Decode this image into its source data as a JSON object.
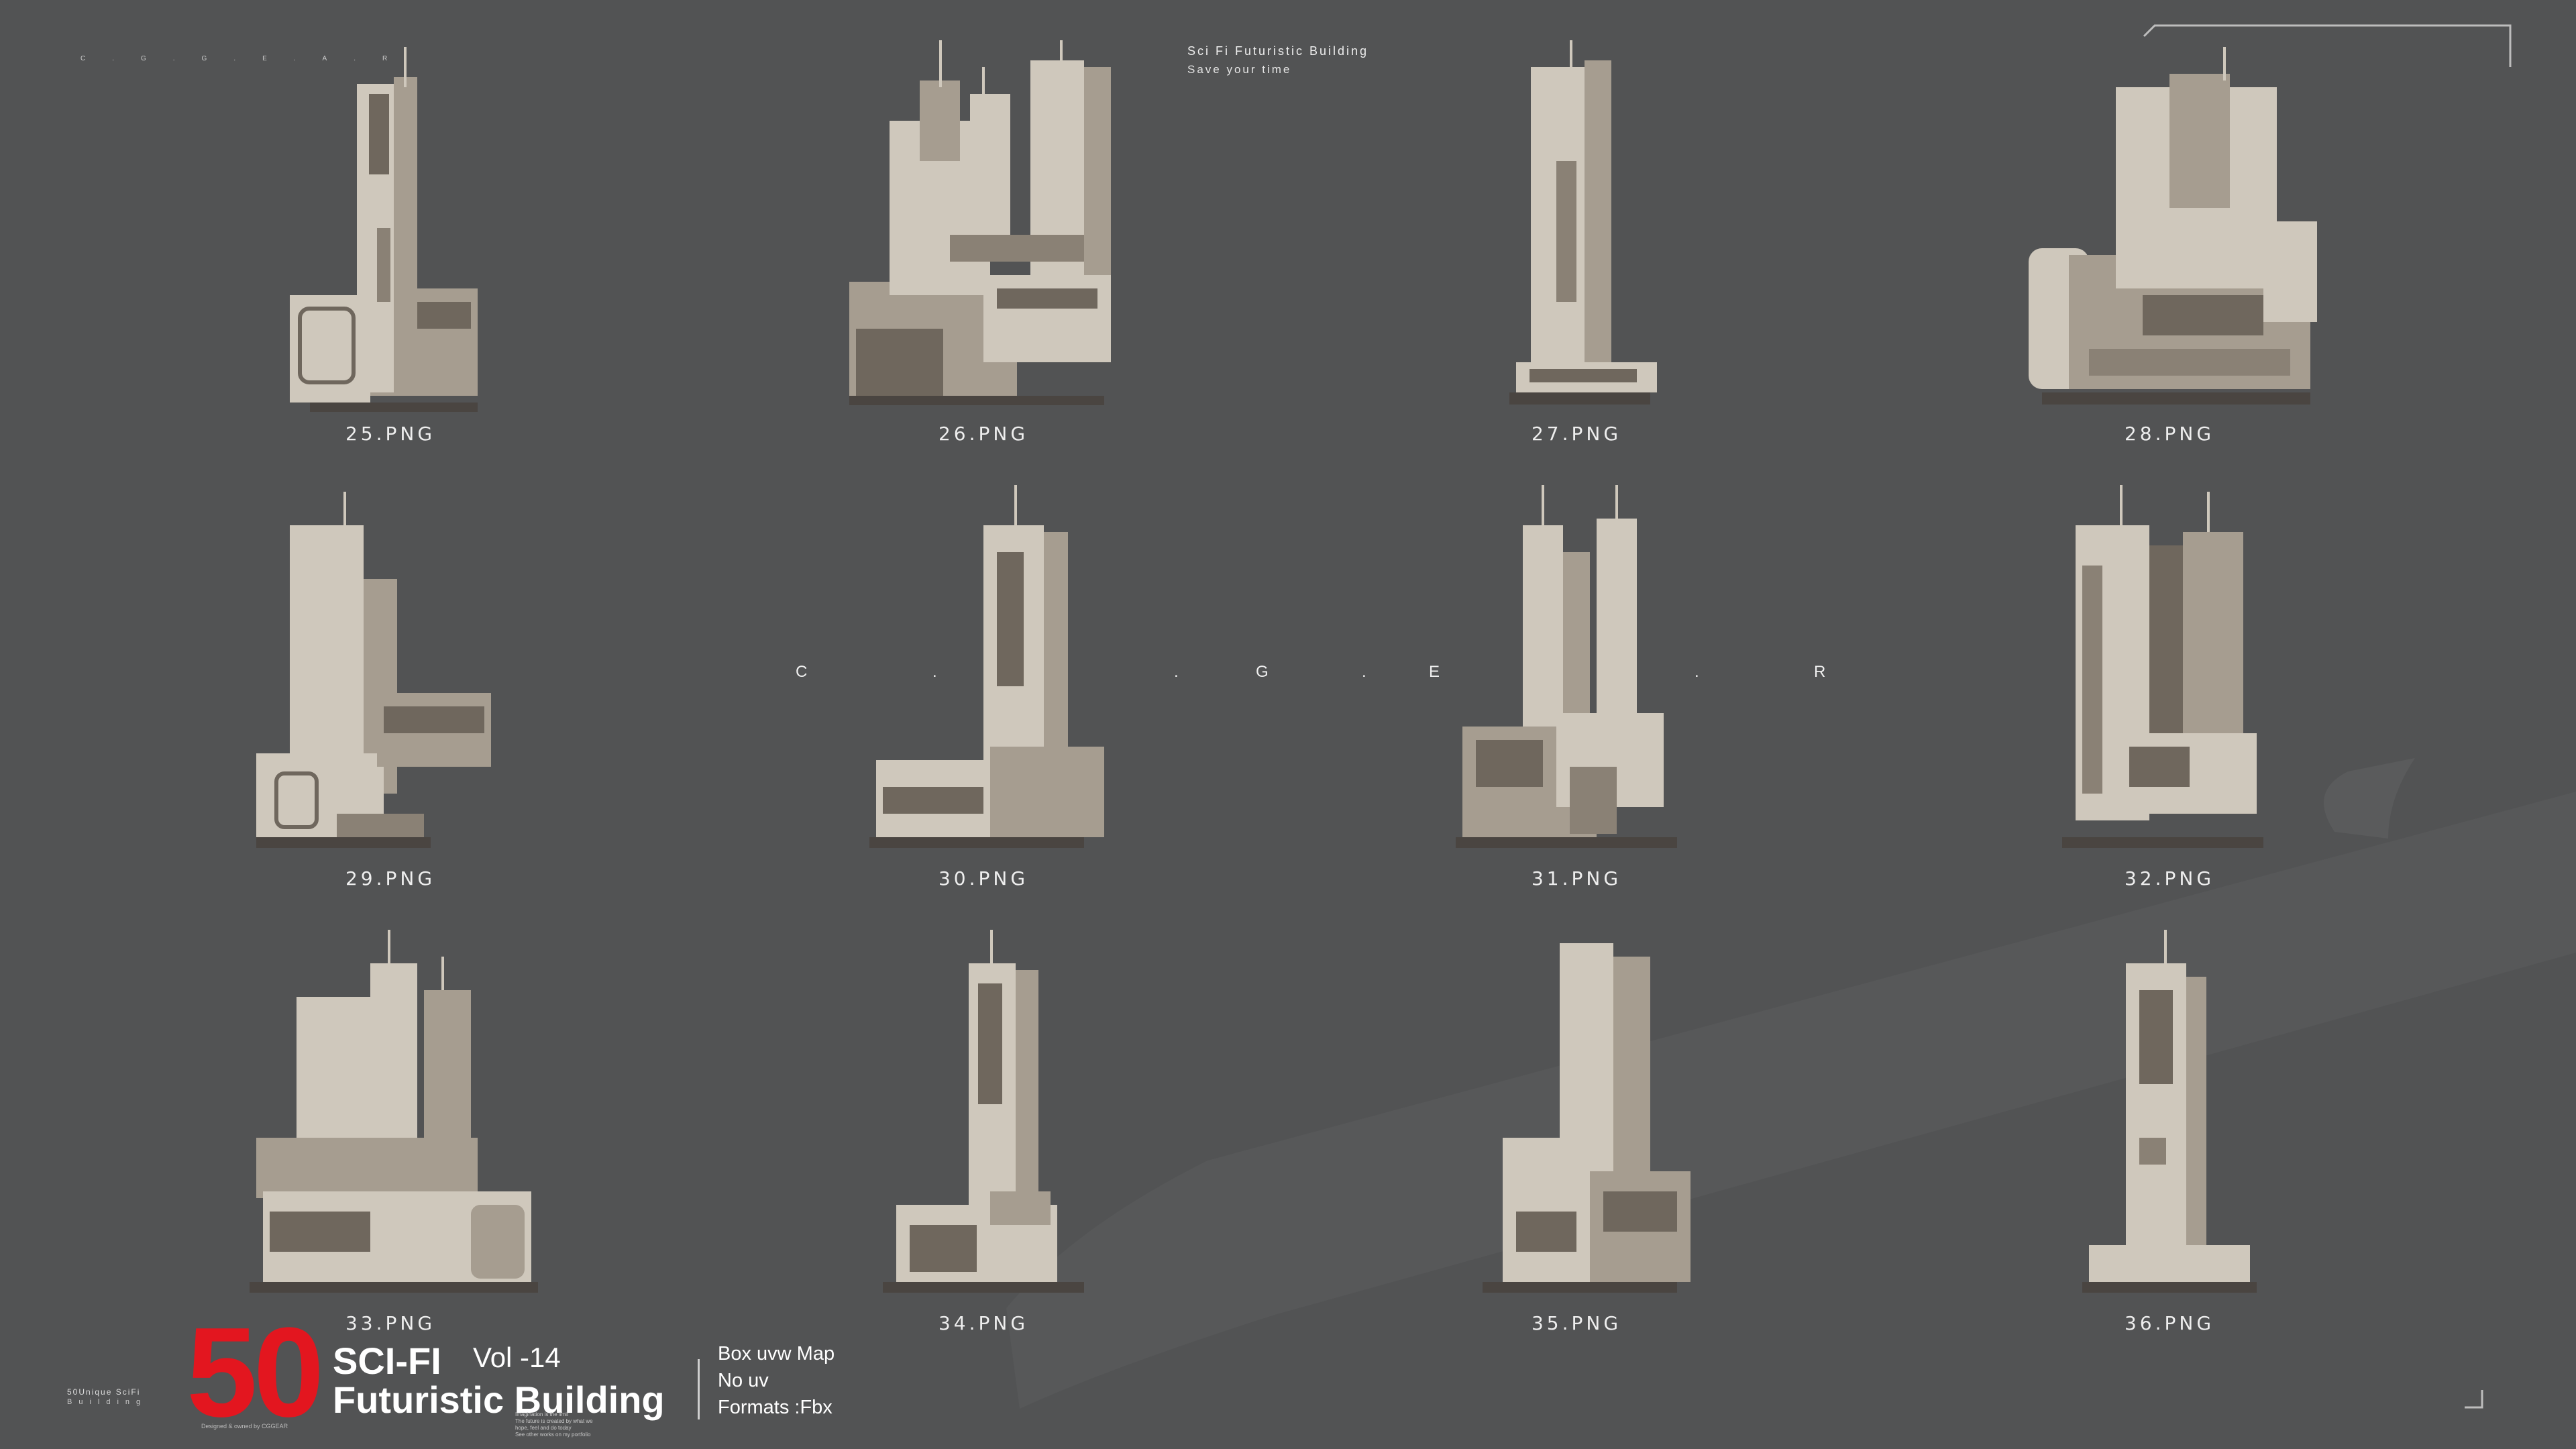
{
  "header": {
    "top_left_letters": "C.G.G.E.A.R",
    "title_line1": "Sci Fi Futuristic Building",
    "title_line2": "Save your time"
  },
  "center_letters": [
    "C",
    ".",
    "G",
    ".",
    "G",
    ".",
    "E",
    ".",
    "R"
  ],
  "items": [
    {
      "label": "25.PNG"
    },
    {
      "label": "26.PNG"
    },
    {
      "label": "27.PNG"
    },
    {
      "label": "28.PNG"
    },
    {
      "label": "29.PNG"
    },
    {
      "label": "30.PNG"
    },
    {
      "label": "31.PNG"
    },
    {
      "label": "32.PNG"
    },
    {
      "label": "33.PNG"
    },
    {
      "label": "34.PNG"
    },
    {
      "label": "35.PNG"
    },
    {
      "label": "36.PNG"
    }
  ],
  "footer": {
    "count": "50",
    "line1": "SCI-FI",
    "volume": "Vol -14",
    "line2": "Futuristic Building",
    "specs": [
      "Box uvw Map",
      "No uv",
      "Formats :Fbx"
    ],
    "bottom_left_line1": "50Unique SciFi",
    "bottom_left_line2": "Building",
    "designed_by": "Designed & owned by CGGEAR",
    "tiny_notes": [
      "Imagination is the limit",
      "The future is created by what we",
      "hope, feel and do today",
      "See other works on my portfolio"
    ]
  },
  "colors": {
    "background": "#525354",
    "accent_red": "#e3161f",
    "building_light": "#cfc8bc",
    "building_mid": "#a69d90",
    "building_dark": "#6f675d"
  }
}
